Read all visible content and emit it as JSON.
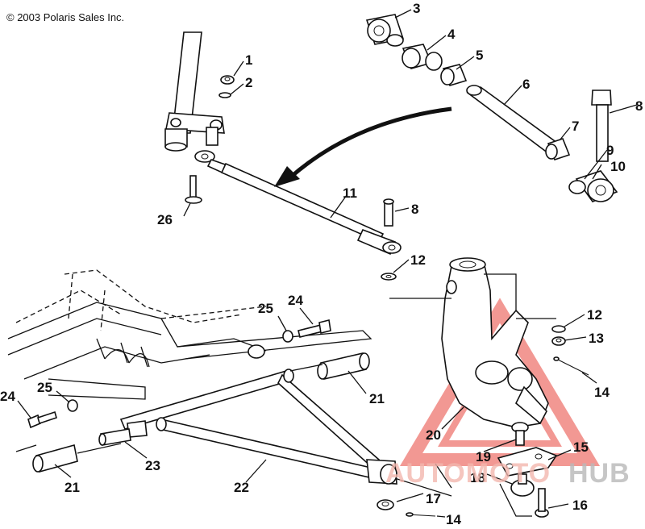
{
  "copyright": "© 2003 Polaris Sales Inc.",
  "callouts": [
    {
      "id": "c3",
      "label": "3"
    },
    {
      "id": "c4",
      "label": "4"
    },
    {
      "id": "c5",
      "label": "5"
    },
    {
      "id": "c6",
      "label": "6"
    },
    {
      "id": "c7",
      "label": "7"
    },
    {
      "id": "c8a",
      "label": "8"
    },
    {
      "id": "c9",
      "label": "9"
    },
    {
      "id": "c10",
      "label": "10"
    },
    {
      "id": "c1",
      "label": "1"
    },
    {
      "id": "c2",
      "label": "2"
    },
    {
      "id": "c11",
      "label": "11"
    },
    {
      "id": "c8b",
      "label": "8"
    },
    {
      "id": "c26",
      "label": "26"
    },
    {
      "id": "c12a",
      "label": "12"
    },
    {
      "id": "c12b",
      "label": "12"
    },
    {
      "id": "c13",
      "label": "13"
    },
    {
      "id": "c14a",
      "label": "14"
    },
    {
      "id": "c25a",
      "label": "25"
    },
    {
      "id": "c24a",
      "label": "24"
    },
    {
      "id": "c25b",
      "label": "25"
    },
    {
      "id": "c24b",
      "label": "24"
    },
    {
      "id": "c21a",
      "label": "21"
    },
    {
      "id": "c21b",
      "label": "21"
    },
    {
      "id": "c23",
      "label": "23"
    },
    {
      "id": "c22",
      "label": "22"
    },
    {
      "id": "c20",
      "label": "20"
    },
    {
      "id": "c19",
      "label": "19"
    },
    {
      "id": "c15",
      "label": "15"
    },
    {
      "id": "c18",
      "label": "18"
    },
    {
      "id": "c17",
      "label": "17"
    },
    {
      "id": "c16",
      "label": "16"
    },
    {
      "id": "c14b",
      "label": "14"
    }
  ],
  "watermark": {
    "part1": "AUTOMOTO",
    "part2": "HUB",
    "accent_color": "#e8453c",
    "grey_color": "#9a9a9a"
  }
}
